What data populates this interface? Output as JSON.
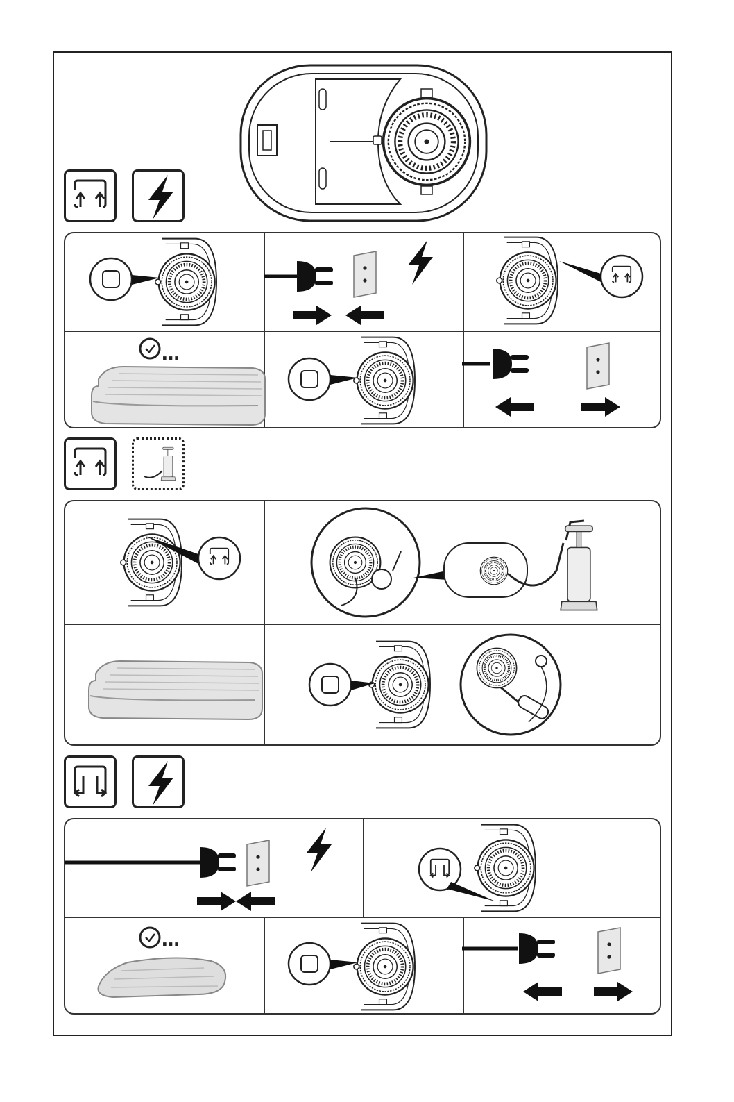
{
  "document": {
    "type": "instruction-illustration",
    "section1": {
      "icons": [
        "inflate-arrows-icon",
        "electric-bolt-icon"
      ],
      "steps_row1": [
        "open-valve-dial",
        "plug-in-outlet",
        "set-inflate-mode"
      ],
      "steps_row2": [
        "wait-inflate-mattress",
        "close-valve-dial",
        "unplug-outlet"
      ],
      "wait_marker": "…"
    },
    "section2": {
      "icons": [
        "inflate-arrows-icon",
        "hand-pump-icon"
      ],
      "steps_row1": [
        "set-inflate-mode",
        "attach-hand-pump"
      ],
      "steps_row2": [
        "inflated-mattress",
        "close-valve-detach-pump"
      ]
    },
    "section3": {
      "icons": [
        "deflate-arrows-icon",
        "electric-bolt-icon"
      ],
      "steps_row1": [
        "plug-in-outlet",
        "set-deflate-mode"
      ],
      "steps_row2": [
        "wait-deflate-mattress",
        "close-valve-dial",
        "unplug-outlet"
      ],
      "wait_marker": "…"
    }
  }
}
